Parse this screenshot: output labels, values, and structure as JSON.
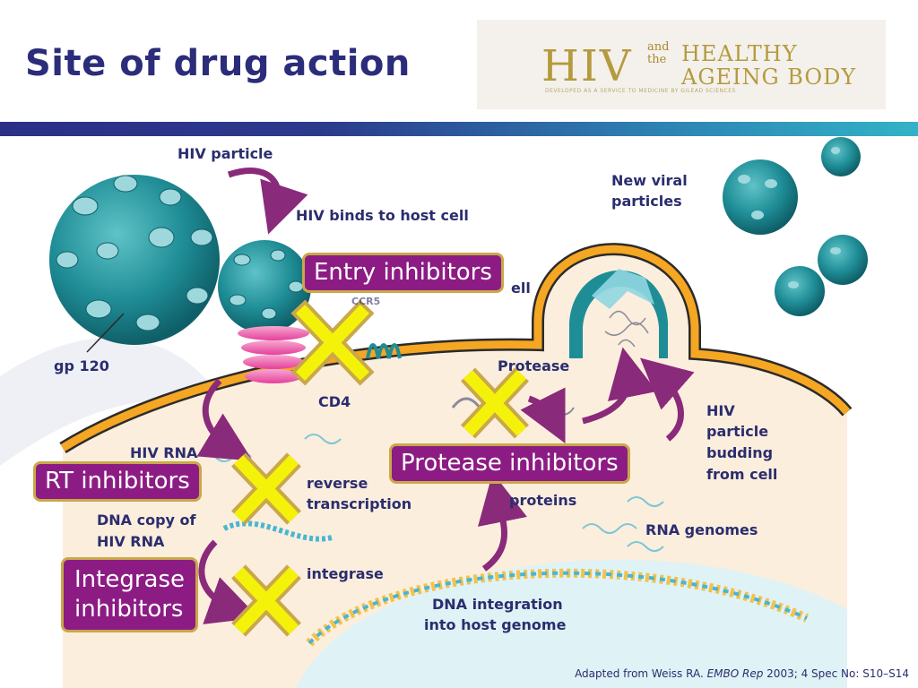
{
  "title": "Site of drug action",
  "logo": {
    "hiv": "HIV",
    "and_the": "and\nthe",
    "line1": "HEALTHY",
    "line2": "AGEING BODY",
    "tagline": "DEVELOPED AS A SERVICE TO MEDICINE BY GILEAD SCIENCES"
  },
  "labels": {
    "hiv_particle": "HIV particle",
    "binds": "HIV binds to host cell",
    "new_viral_1": "New viral",
    "new_viral_2": "particles",
    "gp120": "gp 120",
    "protease": "Protease",
    "cd4": "CD4",
    "hiv_budding_1": "HIV",
    "hiv_budding_2": "particle",
    "hiv_budding_3": "budding",
    "hiv_budding_4": "from cell",
    "hiv_rna": "HIV RNA",
    "reverse": "reverse",
    "transcription": "transcription",
    "proteins": "proteins",
    "dna_copy_1": "DNA copy of",
    "dna_copy_2": "HIV RNA",
    "rna_genomes": "RNA genomes",
    "integrase": "integrase",
    "dna_int_1": "DNA integration",
    "dna_int_2": "into host genome",
    "partial_cell": "ell",
    "partial_ccr5": "CCR5"
  },
  "drug_boxes": {
    "entry": "Entry inhibitors",
    "rt": "RT inhibitors",
    "protease": "Protease inhibitors",
    "integrase_1": "Integrase",
    "integrase_2": "inhibitors"
  },
  "citation": {
    "prefix": "Adapted from Weiss RA. ",
    "journal": "EMBO Rep",
    "suffix": " 2003; 4 Spec No: S10–S14"
  },
  "colors": {
    "title": "#2b2d7a",
    "drug_box": "#8c1c83",
    "drug_border": "#c9a84a",
    "virus": "#1f8d96",
    "membrane_orange": "#f5a623",
    "cytoplasm": "#fbeedd",
    "arrow": "#8a2a7a",
    "x_mark": "#f5f20a"
  },
  "icons": [
    "hiv-virus-icon",
    "x-mark-icon",
    "curved-arrow-icon",
    "logo-ribbon-icon"
  ]
}
